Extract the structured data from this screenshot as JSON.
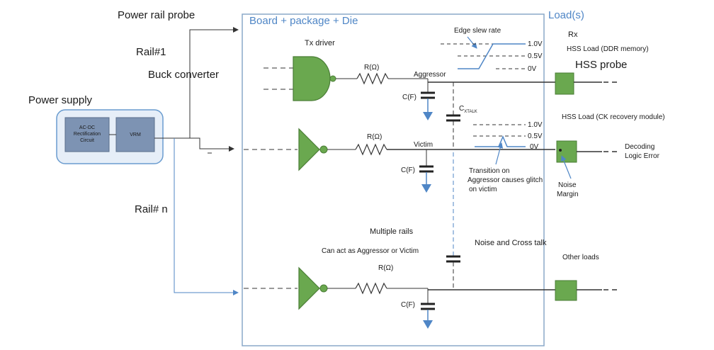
{
  "labels": {
    "power_rail_probe": "Power rail probe",
    "rail_1": "Rail#1",
    "buck_converter": "Buck converter",
    "power_supply": "Power supply",
    "rail_n": "Rail# n",
    "board_package_die": "Board + package + Die",
    "loads": "Load(s)",
    "rx": "Rx",
    "tx_driver": "Tx driver",
    "edge_slew_rate": "Edge slew rate",
    "hss_load_ddr": "HSS Load (DDR memory)",
    "hss_probe": "HSS probe",
    "hss_load_ck": "HSS Load (CK recovery module)",
    "aggressor": "Aggressor",
    "victim": "Victim",
    "resistor": "R(Ω)",
    "capacitor": "C(F)",
    "cxtalk_main": "C",
    "cxtalk_sub": "XTALK",
    "v_1": "1.0V",
    "v_05": "0.5V",
    "v_0": "0V",
    "decoding_line1": "Decoding",
    "decoding_line2": "Logic Error",
    "noise_margin_line1": "Noise",
    "noise_margin_line2": "Margin",
    "transition_line1": "Transition on",
    "transition_line2": "Aggressor causes glitch",
    "transition_line3": "on victim",
    "multiple_rails": "Multiple rails",
    "can_act": "Can act as Aggressor or Victim",
    "noise_crosstalk": "Noise and Cross talk",
    "other_loads": "Other loads",
    "ac_dc_line1": "AC-DC",
    "ac_dc_line2": "Rectification",
    "ac_dc_line3": "Circuit",
    "vrm": "VRM"
  },
  "colors": {
    "gate_green": "#6aa84f",
    "gate_stroke": "#4a7d36",
    "board_border": "#8aa9c9",
    "blue_wire": "#4f86c6",
    "module_fill": "#7d93b3",
    "supply_fill": "#e6eef8",
    "supply_border": "#6a9ccf",
    "title_blue": "#4f86c6"
  }
}
